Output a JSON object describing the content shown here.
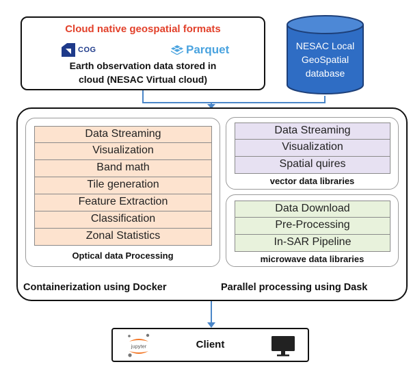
{
  "cloud": {
    "title": "Cloud native geospatial formats",
    "cog_label": "COG",
    "parquet_label": "Parquet",
    "desc_line1": "Earth observation data stored in",
    "desc_line2": "cloud  (NESAC Virtual cloud)"
  },
  "database": {
    "line1": "NESAC Local",
    "line2": "GeoSpatial",
    "line3": "database",
    "color": "#2f6dc4"
  },
  "optical": {
    "items": [
      "Data Streaming",
      "Visualization",
      "Band math",
      "Tile generation",
      "Feature Extraction",
      "Classification",
      "Zonal Statistics"
    ],
    "caption": "Optical data Processing"
  },
  "vector": {
    "items": [
      "Data Streaming",
      "Visualization",
      "Spatial quires"
    ],
    "caption": "vector data libraries"
  },
  "microwave": {
    "items": [
      "Data Download",
      "Pre-Processing",
      "In-SAR Pipeline"
    ],
    "caption": "microwave data libraries"
  },
  "footer": {
    "left": "Containerization using Docker",
    "right": "Parallel processing using Dask"
  },
  "client": {
    "label": "Client",
    "jupyter_text": "jupyter"
  },
  "colors": {
    "connector": "#4a86c8",
    "title_red": "#e2412b",
    "peach": "#fde3cf",
    "lavender": "#e7e1f2",
    "mint": "#e8f2dc"
  }
}
